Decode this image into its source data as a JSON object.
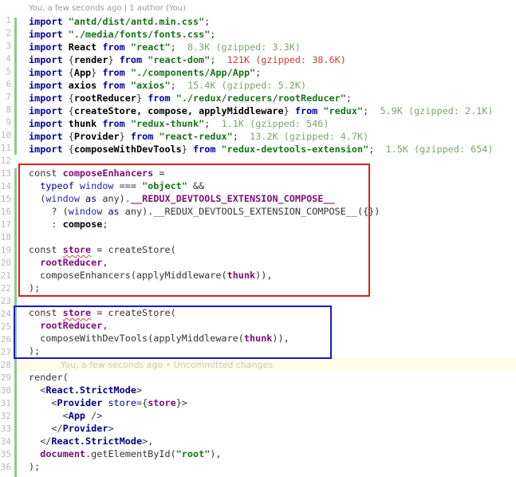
{
  "blame_header": "You, a few seconds ago | 1 author (You)",
  "inline_blame": "You, a few seconds ago • Uncommitted changes",
  "line_numbers": [
    "1",
    "2",
    "3",
    "4",
    "5",
    "6",
    "7",
    "8",
    "9",
    "10",
    "11",
    "12",
    "13",
    "14",
    "15",
    "16",
    "17",
    "18",
    "19",
    "20",
    "21",
    "22",
    "23",
    "24",
    "25",
    "26",
    "27",
    "28",
    "29",
    "30",
    "31",
    "32",
    "33",
    "34",
    "35",
    "36"
  ],
  "imports": [
    {
      "kw": "import",
      "spec": "",
      "from": "",
      "src": "\"antd/dist/antd.min.css\"",
      "end": ";",
      "size": ""
    },
    {
      "kw": "import",
      "spec": "",
      "from": "",
      "src": "\"./media/fonts/fonts.css\"",
      "end": ";",
      "size": ""
    },
    {
      "kw": "import",
      "spec": "React",
      "from": "from",
      "src": "\"react\"",
      "end": ";",
      "size": "8.3K (gzipped: 3.3K)"
    },
    {
      "kw": "import",
      "spec": "{render}",
      "from": "from",
      "src": "\"react-dom\"",
      "end": ";",
      "size": "121K (gzipped: 38.6K)"
    },
    {
      "kw": "import",
      "spec": "{App}",
      "from": "from",
      "src": "\"./components/App/App\"",
      "end": ";",
      "size": ""
    },
    {
      "kw": "import",
      "spec": "axios",
      "from": "from",
      "src": "\"axios\"",
      "end": ";",
      "size": "15.4K (gzipped: 5.2K)"
    },
    {
      "kw": "import",
      "spec": "{rootReducer}",
      "from": "from",
      "src": "\"./redux/reducers/rootReducer\"",
      "end": ";",
      "size": ""
    },
    {
      "kw": "import",
      "spec": "{createStore, compose, applyMiddleware}",
      "from": "from",
      "src": "\"redux\"",
      "end": ";",
      "size": "5.9K (gzipped: 2.1K)"
    },
    {
      "kw": "import",
      "spec": "thunk",
      "from": "from",
      "src": "\"redux-thunk\"",
      "end": ";",
      "size": "1.1K (gzipped: 546)"
    },
    {
      "kw": "import",
      "spec": "{Provider}",
      "from": "from",
      "src": "\"react-redux\"",
      "end": ";",
      "size": "13.2K (gzipped: 4.7K)"
    },
    {
      "kw": "import",
      "spec": "{composeWithDevTools}",
      "from": "from",
      "src": "\"redux-devtools-extension\"",
      "end": ";",
      "size": "1.5K (gzipped: 654)"
    }
  ],
  "code": {
    "l13": {
      "a": "const ",
      "b": "composeEnhancers",
      "c": " ="
    },
    "l14": {
      "a": "  typeof ",
      "b": "window",
      "c": " === ",
      "d": "\"object\"",
      "e": " &&"
    },
    "l15": {
      "a": "  (",
      "b": "window",
      "c": " as ",
      "d": "any",
      "e": ").",
      "f": "__REDUX_DEVTOOLS_EXTENSION_COMPOSE__"
    },
    "l16": {
      "a": "    ? (",
      "b": "window",
      "c": " as ",
      "d": "any",
      "e": ").__REDUX_DEVTOOLS_EXTENSION_COMPOSE__({})"
    },
    "l17": {
      "a": "    : ",
      "b": "compose",
      "c": ";"
    },
    "l19": {
      "a": "const ",
      "b": "store",
      "c": " = createStore("
    },
    "l20": {
      "a": "  ",
      "b": "rootReducer",
      "c": ","
    },
    "l21": {
      "a": "  composeEnhancers(applyMiddleware(",
      "b": "thunk",
      "c": ")),"
    },
    "l22": {
      "a": ");"
    },
    "l24": {
      "a": "const ",
      "b": "store",
      "c": " = createStore("
    },
    "l25": {
      "a": "  ",
      "b": "rootReducer",
      "c": ","
    },
    "l26": {
      "a": "  composeWithDevTools(applyMiddleware(",
      "b": "thunk",
      "c": ")),"
    },
    "l27": {
      "a": ");"
    },
    "l29": {
      "a": "render("
    },
    "l30": {
      "a": "  <",
      "b": "React.StrictMode",
      "c": ">"
    },
    "l31": {
      "a": "    <",
      "b": "Provider",
      "c": " ",
      "d": "store",
      "e": "={",
      "f": "store",
      "g": "}>"
    },
    "l32": {
      "a": "      <",
      "b": "App",
      "c": " />"
    },
    "l33": {
      "a": "    </",
      "b": "Provider",
      "c": ">"
    },
    "l34": {
      "a": "  </",
      "b": "React.StrictMode",
      "c": ">,"
    },
    "l35": {
      "a": "  ",
      "b": "document",
      "c": ".getElementById(",
      "d": "\"root\"",
      "e": "),"
    },
    "l36": {
      "a": ");"
    }
  },
  "colors": {
    "highlight_red": "#e02020",
    "highlight_blue": "#1a1ac8",
    "git_added": "#8fc98f"
  }
}
